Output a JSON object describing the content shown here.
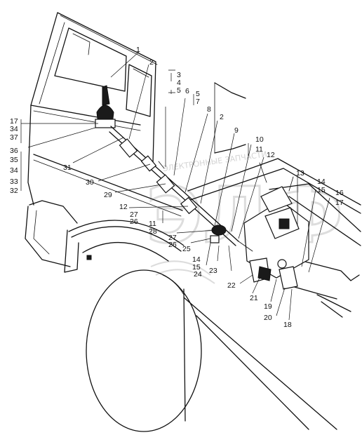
{
  "watermark": {
    "logo_text": "ЭЛФ",
    "caption": "ЭЛЕКТРОННЫЕ ЗАПЧАСТИ"
  },
  "callouts": [
    {
      "id": "c1",
      "text": "1"
    },
    {
      "id": "c2a",
      "text": "2"
    },
    {
      "id": "c3",
      "text": "3"
    },
    {
      "id": "c4a",
      "text": "4"
    },
    {
      "id": "c5a",
      "text": "5"
    },
    {
      "id": "c5b",
      "text": "5"
    },
    {
      "id": "c7",
      "text": "7"
    },
    {
      "id": "c6",
      "text": "6"
    },
    {
      "id": "c8",
      "text": "8"
    },
    {
      "id": "c2b",
      "text": "2"
    },
    {
      "id": "c9",
      "text": "9"
    },
    {
      "id": "c10",
      "text": "10"
    },
    {
      "id": "c11a",
      "text": "11"
    },
    {
      "id": "c12a",
      "text": "12"
    },
    {
      "id": "c13",
      "text": "13"
    },
    {
      "id": "c14a",
      "text": "14"
    },
    {
      "id": "c15a",
      "text": "15"
    },
    {
      "id": "c16",
      "text": "16"
    },
    {
      "id": "c17a",
      "text": "17"
    },
    {
      "id": "c17b",
      "text": "17"
    },
    {
      "id": "c34a",
      "text": "34"
    },
    {
      "id": "c37",
      "text": "37"
    },
    {
      "id": "c36",
      "text": "36"
    },
    {
      "id": "c35",
      "text": "35"
    },
    {
      "id": "c34b",
      "text": "34"
    },
    {
      "id": "c33",
      "text": "33"
    },
    {
      "id": "c32",
      "text": "32"
    },
    {
      "id": "c31",
      "text": "31"
    },
    {
      "id": "c30",
      "text": "30"
    },
    {
      "id": "c29",
      "text": "29"
    },
    {
      "id": "c12b",
      "text": "12"
    },
    {
      "id": "c27a",
      "text": "27"
    },
    {
      "id": "c26a",
      "text": "26"
    },
    {
      "id": "c11b",
      "text": "11"
    },
    {
      "id": "c28",
      "text": "28"
    },
    {
      "id": "c27b",
      "text": "27"
    },
    {
      "id": "c26b",
      "text": "26"
    },
    {
      "id": "c25",
      "text": "25"
    },
    {
      "id": "c14b",
      "text": "14"
    },
    {
      "id": "c15b",
      "text": "15"
    },
    {
      "id": "c24",
      "text": "24"
    },
    {
      "id": "c23",
      "text": "23"
    },
    {
      "id": "c22",
      "text": "22"
    },
    {
      "id": "c21",
      "text": "21"
    },
    {
      "id": "c19",
      "text": "19"
    },
    {
      "id": "c20",
      "text": "20"
    },
    {
      "id": "c18",
      "text": "18"
    }
  ]
}
